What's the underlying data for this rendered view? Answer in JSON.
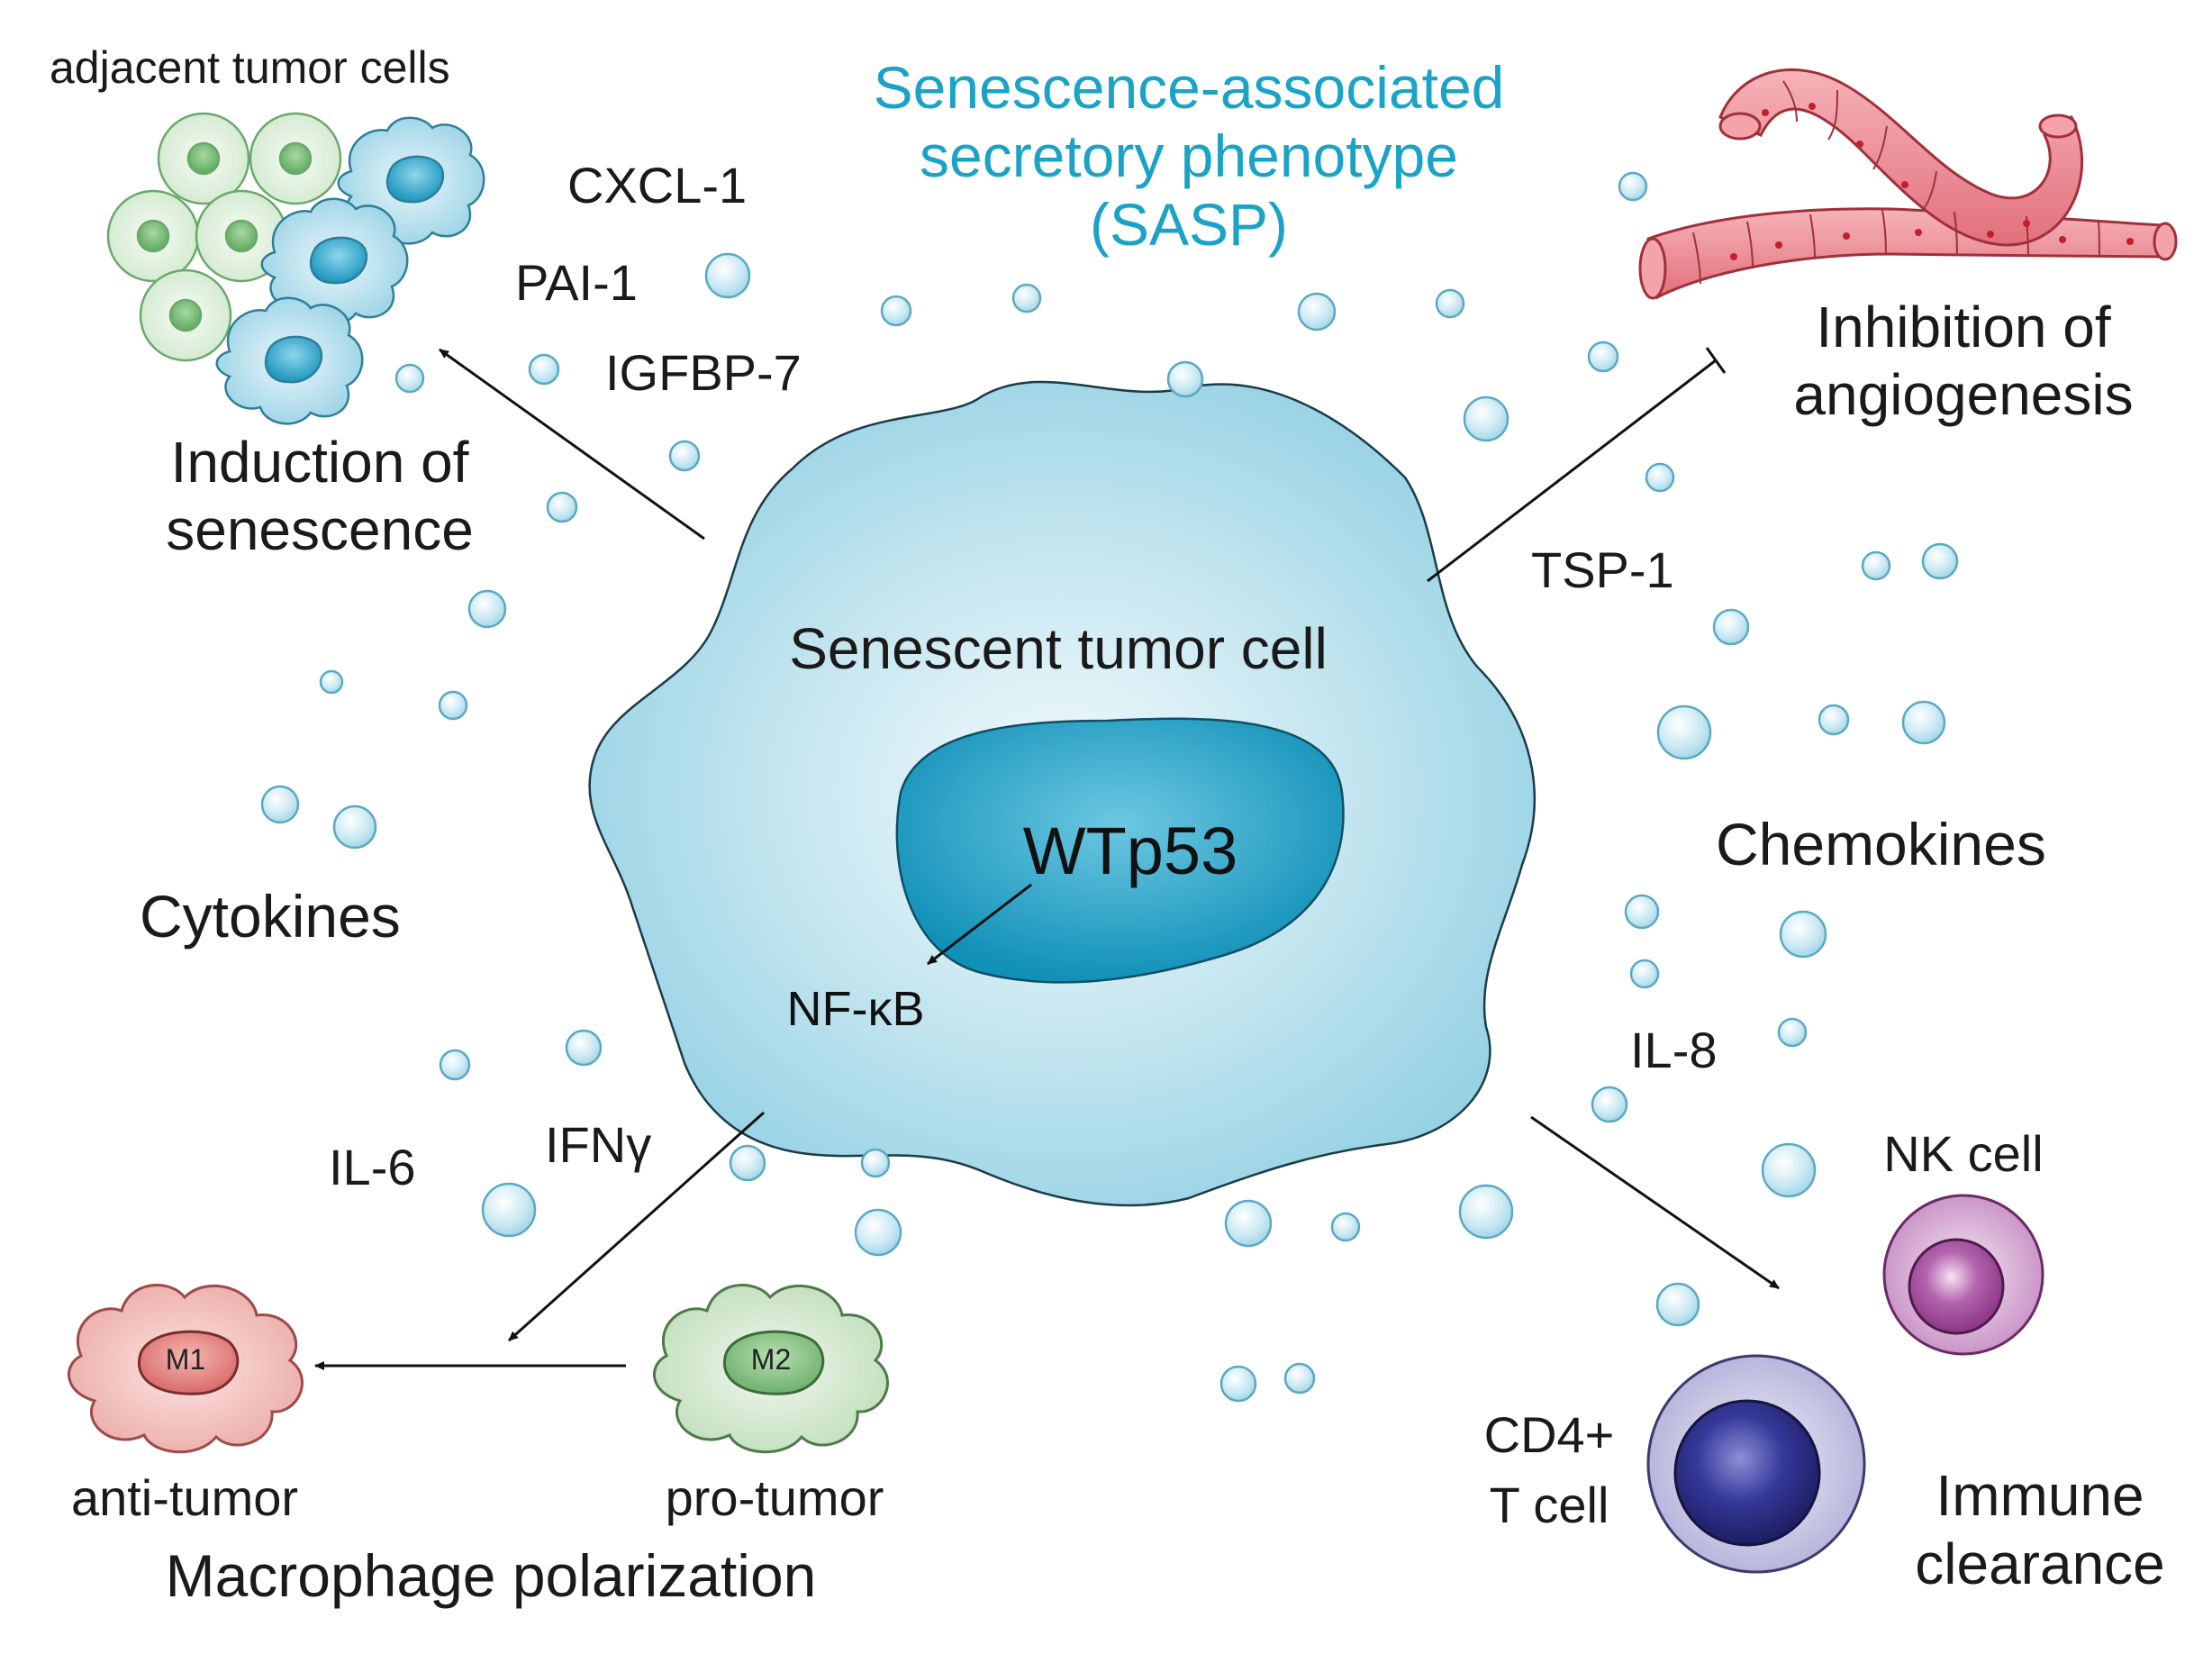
{
  "title": {
    "line1": "Senescence-associated",
    "line2": "secretory phenotype",
    "line3": "(SASP)"
  },
  "central_cell": {
    "label": "Senescent tumor cell",
    "nucleus_label": "WTp53",
    "target_label": "NF-κB"
  },
  "factors": {
    "cxcl1": "CXCL-1",
    "pai1": "PAI-1",
    "igfbp7": "IGFBP-7",
    "tsp1": "TSP-1",
    "il8": "IL-8",
    "il6": "IL-6",
    "ifng": "IFNγ"
  },
  "categories": {
    "cytokines": "Cytokines",
    "chemokines": "Chemokines"
  },
  "outcomes": {
    "senescence": {
      "line1": "Induction of",
      "line2": "senescence",
      "cells_label": "adjacent tumor cells"
    },
    "angiogenesis": {
      "line1": "Inhibition of",
      "line2": "angiogenesis"
    },
    "immune": {
      "line1": "Immune",
      "line2": "clearance",
      "nk_label": "NK cell",
      "cd4_line1": "CD4+",
      "cd4_line2": "T cell"
    },
    "macrophage": {
      "title": "Macrophage polarization",
      "m1": "M1",
      "m2": "M2",
      "anti": "anti-tumor",
      "pro": "pro-tumor"
    }
  },
  "colors": {
    "sasp_title": "#1aa3c6",
    "cell_fill": "#a9dbe9",
    "nucleus": "#2aa3c8",
    "vessel": "#ee8f97",
    "m1": "#f2b7b3",
    "m2": "#c8e3c3",
    "nk": "#a8509e",
    "cd4": "#2c2d86"
  }
}
